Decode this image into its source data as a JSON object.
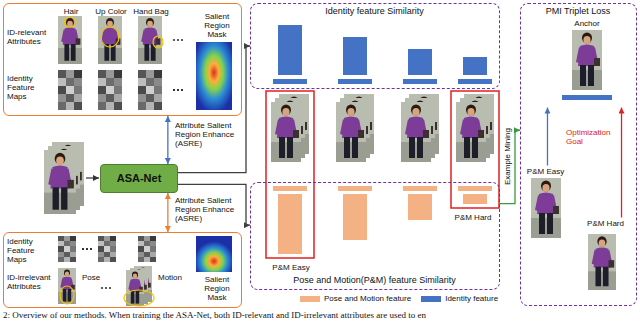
{
  "diagram": {
    "caption": "2: Overview of our methods. When training the ASA-Net, both ID-relevant and ID-irrelevant attributes are used to en",
    "nodes": [
      {
        "text": [
          "ID-relevant Attributes",
          "Identity Feature Maps",
          "Hair",
          "Up Color",
          "Hand Bag",
          "Salient Region Mask"
        ]
      },
      {
        "text": [
          "Identity Feature Maps",
          "ID-irrelevant Attributes",
          "Pose",
          "Motion",
          "Salient Region Mask"
        ]
      },
      {
        "text": [
          "ASA-Net"
        ]
      },
      {
        "text": [
          "Identity feature Similarity"
        ]
      },
      {
        "text": [
          "Pose and Motion(P&M) feature Similarity",
          "P&M Easy",
          "P&M Hard"
        ]
      },
      {
        "text": [
          "PMI Triplet Loss"
        ]
      },
      {
        "text": [
          "Anchor"
        ],
        "in": 5
      },
      {
        "text": [
          "P&M Easy"
        ],
        "in": 5
      },
      {
        "text": [
          "P&M Hard"
        ],
        "in": 5
      }
    ],
    "edges": [
      {
        "from": 2,
        "to": 0,
        "label": "Attribute Salient Region Enhance (ASRE)",
        "arrow": "both"
      },
      {
        "from": 2,
        "to": 1,
        "label": "Attribute Salient Region Enhance (ASRE)",
        "arrow": "both"
      },
      {
        "from": 2,
        "to": 3,
        "arrow": "to"
      },
      {
        "from": 2,
        "to": 4,
        "arrow": "to"
      },
      {
        "from": 4,
        "to": 5,
        "label": "Example Mining",
        "arrow": "to"
      },
      {
        "from": 7,
        "to": 6,
        "arrow": "to"
      },
      {
        "from": 8,
        "to": 6,
        "label": "Optimization Goal",
        "arrow": "to"
      }
    ],
    "legend": [
      {
        "text": "Pose and Motion feature",
        "color": "#f4b183"
      },
      {
        "text": "Identity feature",
        "color": "#4472c4"
      }
    ]
  }
}
